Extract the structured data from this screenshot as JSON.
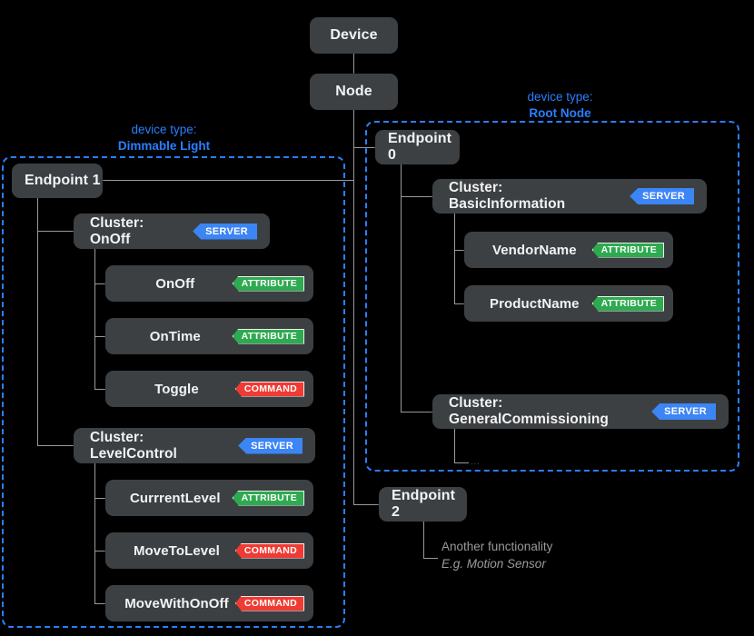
{
  "diagram": {
    "title_chain": [
      {
        "label": "Device"
      },
      {
        "label": "Node"
      }
    ],
    "device_types": [
      {
        "caption": "device type:",
        "name": "Dimmable Light"
      },
      {
        "caption": "device type:",
        "name": "Root Node"
      }
    ],
    "badges": {
      "server": "SERVER",
      "attribute": "ATTRIBUTE",
      "command": "COMMAND"
    },
    "endpoints": [
      {
        "label": "Endpoint 1",
        "clusters": [
          {
            "label": "Cluster: OnOff",
            "badge": "SERVER",
            "children": [
              {
                "label": "OnOff",
                "badge": "ATTRIBUTE"
              },
              {
                "label": "OnTime",
                "badge": "ATTRIBUTE"
              },
              {
                "label": "Toggle",
                "badge": "COMMAND"
              }
            ]
          },
          {
            "label": "Cluster: LevelControl",
            "badge": "SERVER",
            "children": [
              {
                "label": "CurrrentLevel",
                "badge": "ATTRIBUTE"
              },
              {
                "label": "MoveToLevel",
                "badge": "COMMAND"
              },
              {
                "label": "MoveWithOnOff",
                "badge": "COMMAND"
              }
            ]
          }
        ]
      },
      {
        "label": "Endpoint 0",
        "clusters": [
          {
            "label": "Cluster: BasicInformation",
            "badge": "SERVER",
            "children": [
              {
                "label": "VendorName",
                "badge": "ATTRIBUTE"
              },
              {
                "label": "ProductName",
                "badge": "ATTRIBUTE"
              }
            ]
          },
          {
            "label": "Cluster: GeneralCommissioning",
            "badge": "SERVER",
            "children": [],
            "more": "..."
          }
        ]
      },
      {
        "label": "Endpoint 2",
        "notes": {
          "line1": "Another functionality",
          "line2": "E.g. Motion Sensor"
        }
      }
    ],
    "colors": {
      "background": "#000000",
      "box_fill": "#3c4043",
      "box_text": "#f1f3f4",
      "connector": "#9a9a9a",
      "group_accent": "#2a7fff",
      "badge_server": "#3c85f5",
      "badge_attribute": "#2eaa50",
      "badge_command": "#ef3b33",
      "note_text": "#9a9a9a"
    }
  }
}
